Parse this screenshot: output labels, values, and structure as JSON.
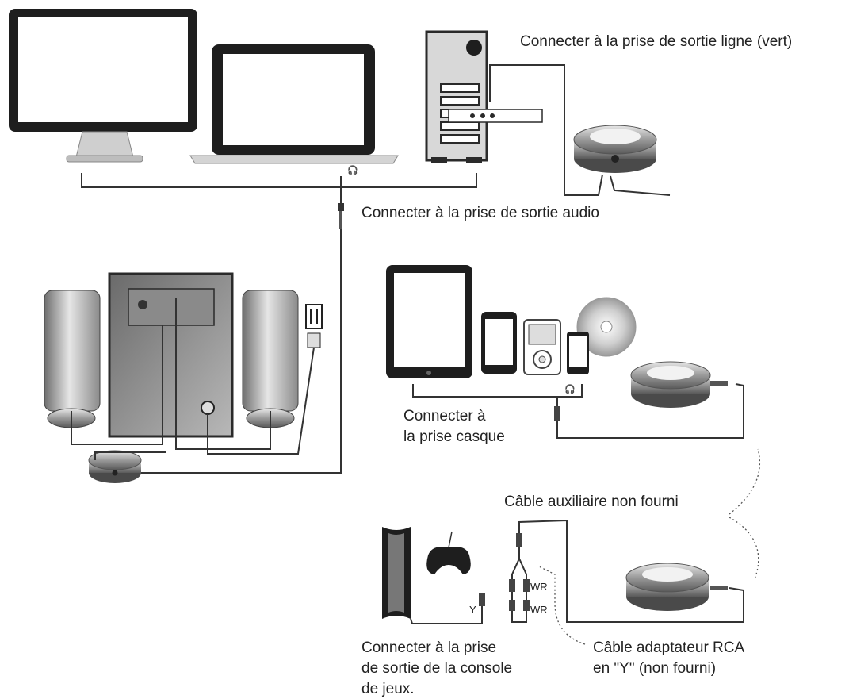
{
  "labels": {
    "line_out": "Connecter à la prise de sortie ligne (vert)",
    "audio_out": "Connecter à la prise de sortie audio",
    "headphone_line1": "Connecter à",
    "headphone_line2": "la prise casque",
    "aux_cable": "Câble auxiliaire non fourni",
    "rca_line1": "Câble adaptateur RCA",
    "rca_line2": "en \"Y\" (non fourni)",
    "console_line1": "Connecter à la prise",
    "console_line2": "de sortie de la console",
    "console_line3": "de jeux."
  },
  "plug_marks": {
    "wr_top": "WR",
    "wr_bottom": "WR",
    "y": "Y"
  },
  "icons": [
    "monitor-icon",
    "laptop-icon",
    "desktop-tower-icon",
    "speaker-puck-icon",
    "subwoofer-icon",
    "satellite-speaker-icon",
    "power-plug-icon",
    "tablet-icon",
    "smartphone-icon",
    "music-player-icon",
    "cd-disc-icon",
    "game-console-icon",
    "gamepad-icon",
    "headphone-jack-icon"
  ],
  "colors": {
    "line": "#333333",
    "device": "#2a2a2a",
    "metal": "#9a9a9a"
  }
}
